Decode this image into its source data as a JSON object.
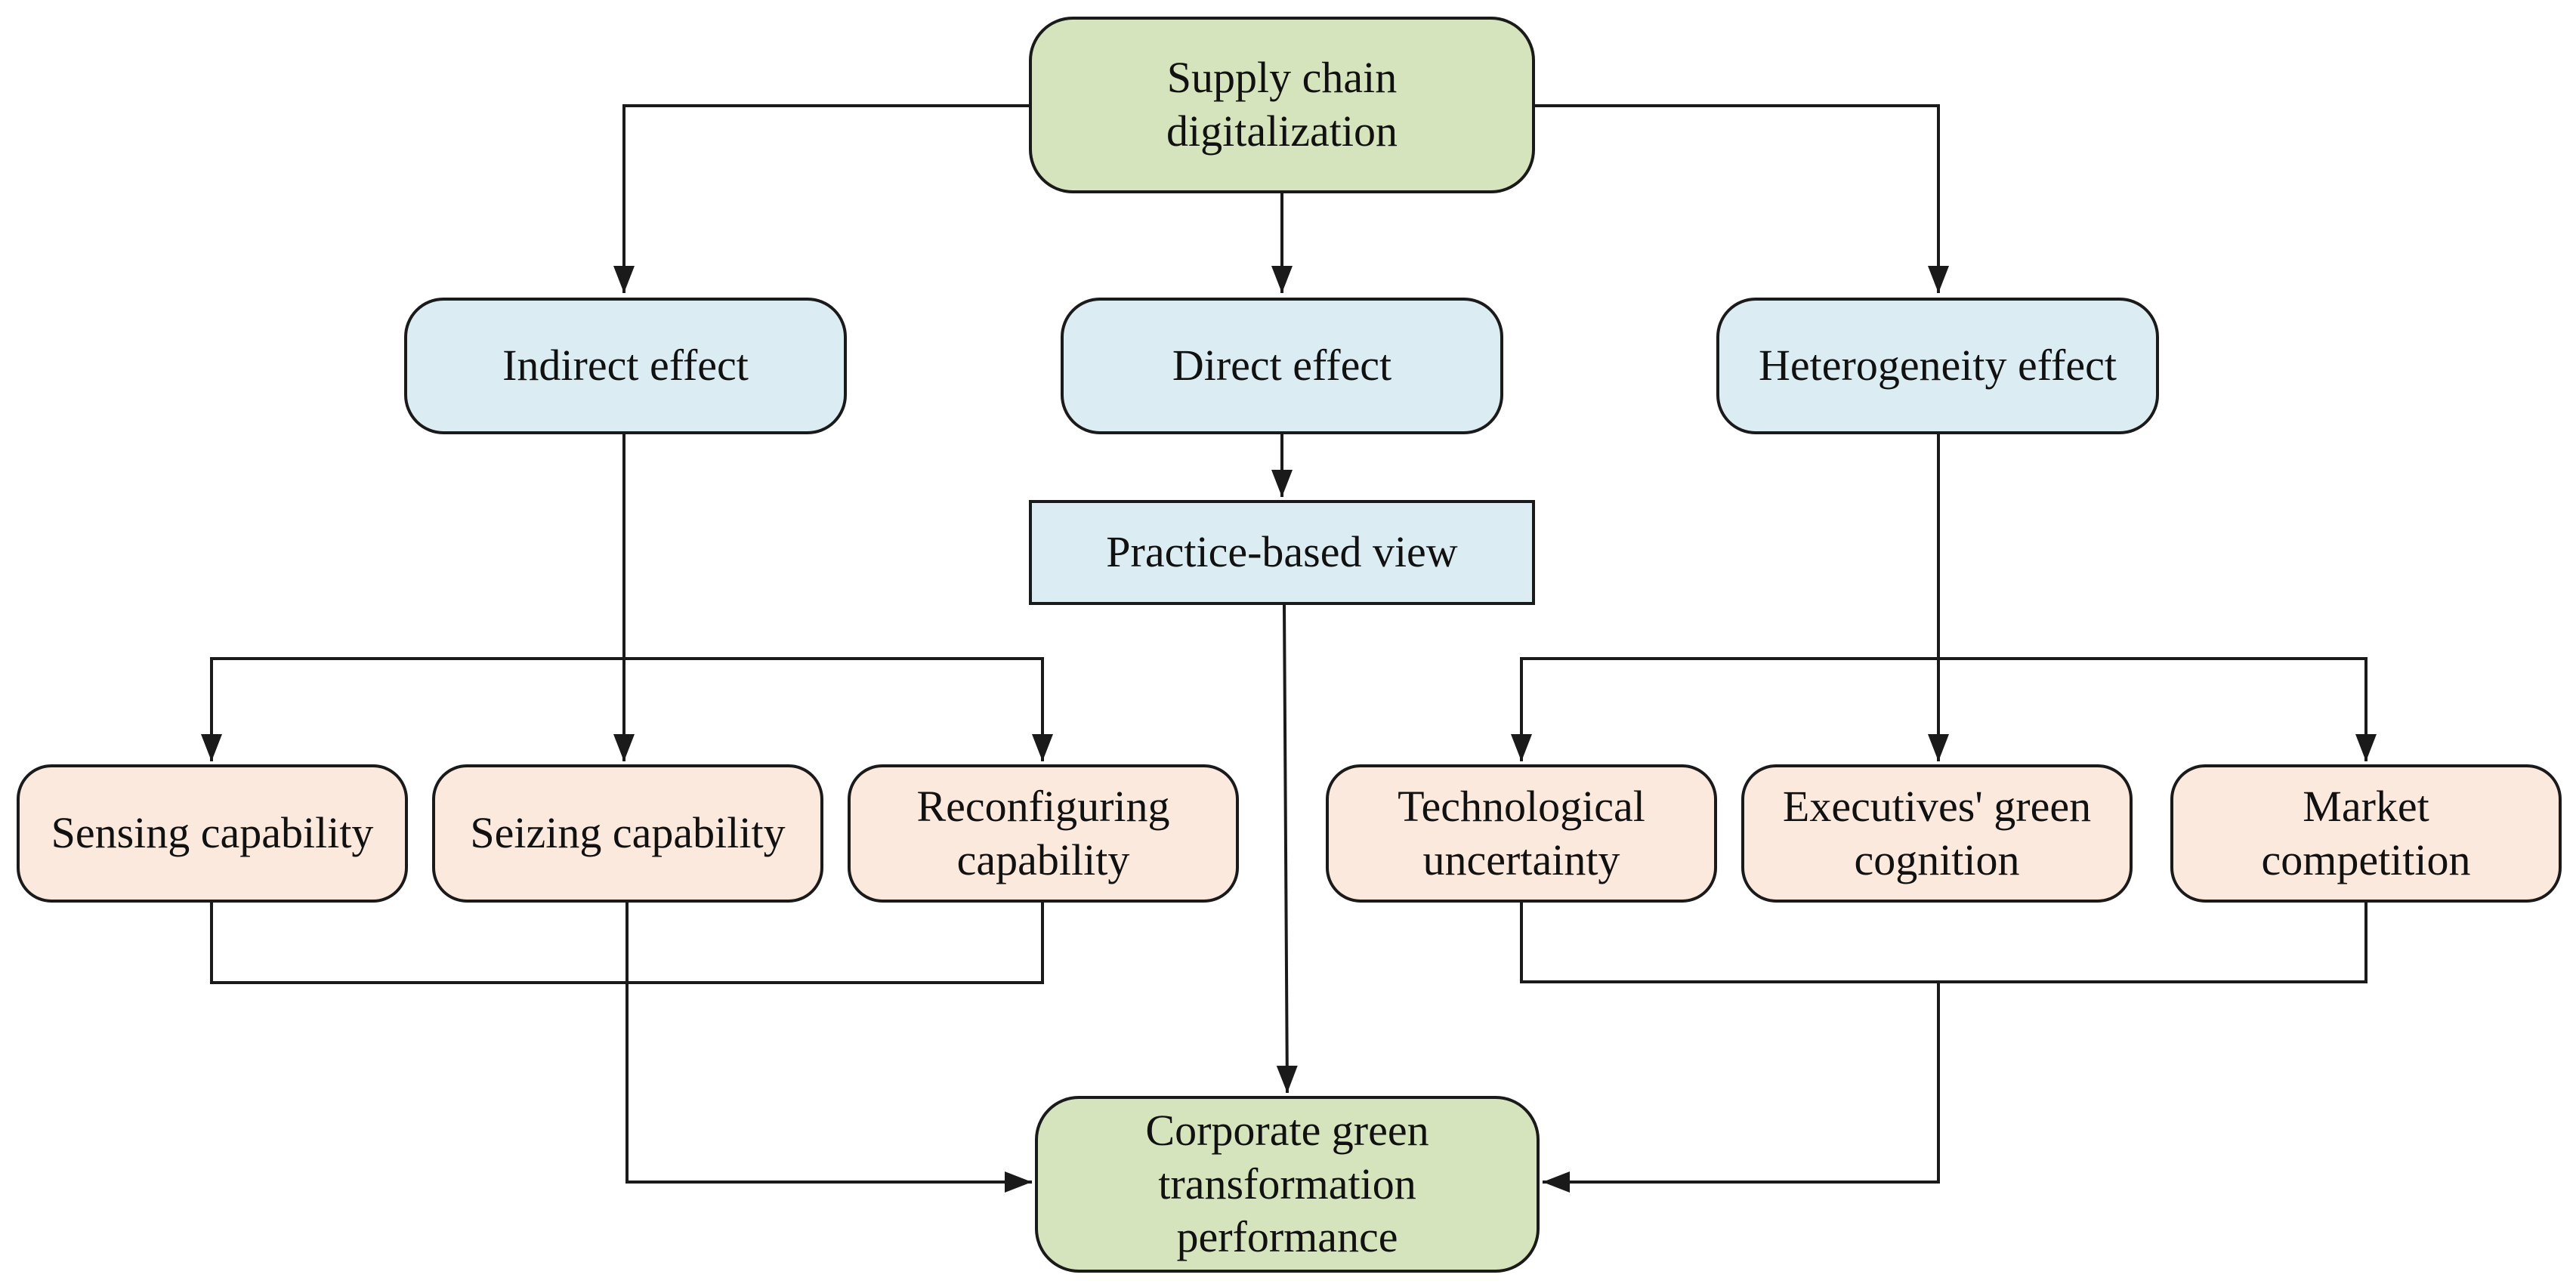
{
  "diagram": {
    "nodes": {
      "top": {
        "line1": "Supply chain",
        "line2": "digitalization"
      },
      "indirect": {
        "label": "Indirect effect"
      },
      "direct": {
        "label": "Direct effect"
      },
      "heterogeneity": {
        "label": "Heterogeneity effect"
      },
      "practice": {
        "label": "Practice-based view"
      },
      "sensing": {
        "label": "Sensing capability"
      },
      "seizing": {
        "label": "Seizing capability"
      },
      "reconfiguring": {
        "line1": "Reconfiguring",
        "line2": "capability"
      },
      "tech_uncertainty": {
        "line1": "Technological",
        "line2": "uncertainty"
      },
      "exec_cognition": {
        "line1": "Executives' green",
        "line2": "cognition"
      },
      "market": {
        "line1": "Market",
        "line2": "competition"
      },
      "bottom": {
        "line1": "Corporate green",
        "line2": "transformation",
        "line3": "performance"
      }
    },
    "colors": {
      "green_fill": "#d6e4bd",
      "blue_fill": "#dbedf3",
      "peach_fill": "#fbe9dd",
      "stroke": "#1a1a1a"
    }
  }
}
